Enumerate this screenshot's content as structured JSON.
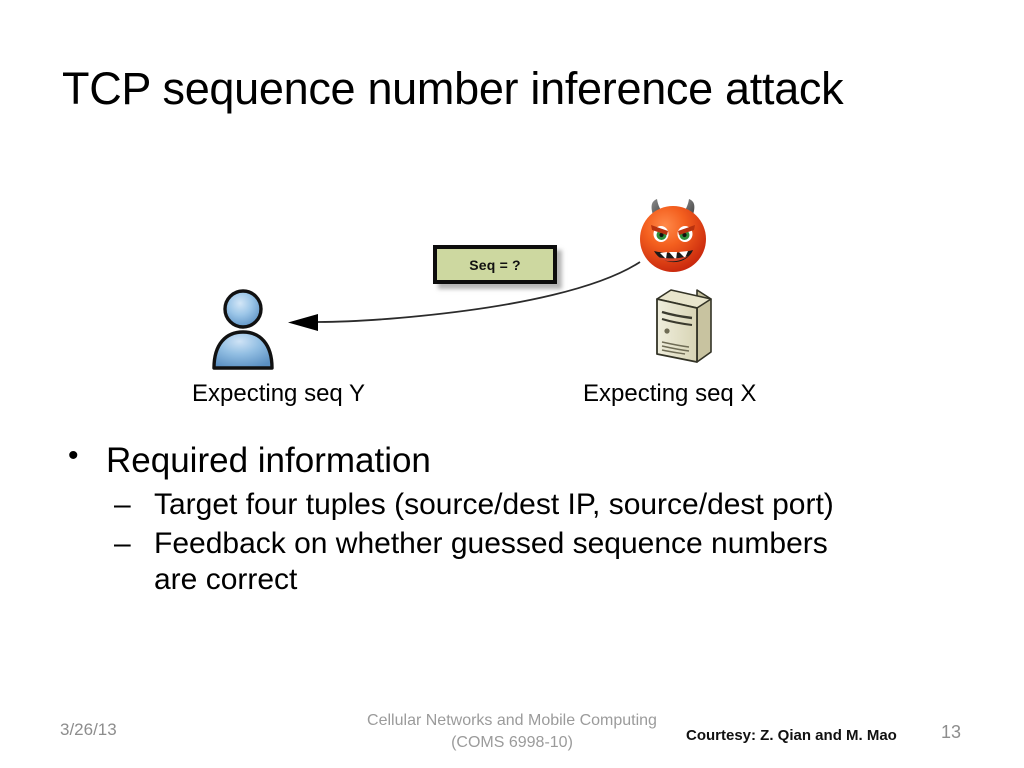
{
  "slide": {
    "title": "TCP sequence number inference attack",
    "background_color": "#ffffff"
  },
  "diagram": {
    "callout": {
      "text": "Seq = ?",
      "fill_color": "#cdd8a0",
      "border_color": "#0d0d0d"
    },
    "victim": {
      "icon": "person-icon",
      "caption": "Expecting seq Y",
      "color": "#6fa8dc"
    },
    "attacker": {
      "icon": "devil-face-icon",
      "caption": "Expecting seq X",
      "color": "#f0501e"
    },
    "server": {
      "icon": "server-tower-icon",
      "color": "#ded9b8"
    },
    "arrow": {
      "name": "spoofed-packet-arrow",
      "direction": "attacker-to-victim",
      "color": "#2b2b2b"
    }
  },
  "content": {
    "bullets": [
      {
        "level": 1,
        "text": "Required information"
      },
      {
        "level": 2,
        "text": "Target four tuples (source/dest IP, source/dest port)"
      },
      {
        "level": 2,
        "text": "Feedback on whether guessed sequence numbers",
        "text_line2": "are correct"
      }
    ]
  },
  "footer": {
    "date": "3/26/13",
    "course_line1": "Cellular Networks and Mobile Computing",
    "course_line2": "(COMS 6998-10)",
    "courtesy": "Courtesy: Z. Qian and M. Mao",
    "page_number": "13"
  }
}
